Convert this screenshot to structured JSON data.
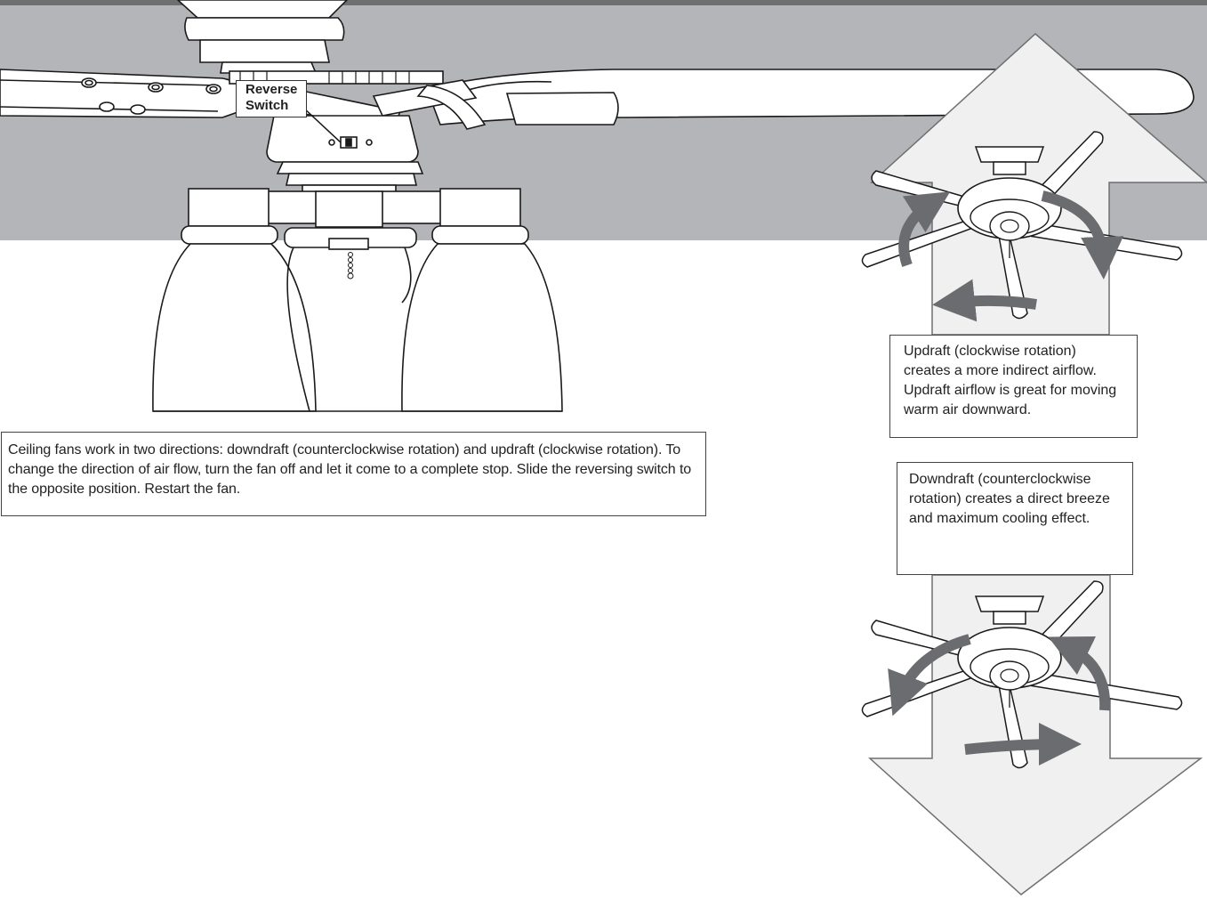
{
  "colors": {
    "ceiling": "#b4b5b8",
    "top_bar": "#6e6f71",
    "arrow_fill": "#f0f0f0",
    "rotation_arrow": "#6b6c6f",
    "line": "#1a1a1a"
  },
  "labels": {
    "reverse_switch": "Reverse Switch"
  },
  "notes": {
    "main": "Ceiling fans work in two directions: downdraft (counterclockwise rotation) and updraft (clockwise rotation). To change the direction of air flow, turn the fan off and let it come to a complete stop. Slide the reversing switch to the opposite position. Restart the fan.",
    "updraft": "Updraft (clockwise rotation) creates a more indirect airflow. Updraft airflow is great for moving warm air downward.",
    "downdraft": "Downdraft (counterclockwise rotation) creates a direct breeze and maximum cooling effect."
  }
}
